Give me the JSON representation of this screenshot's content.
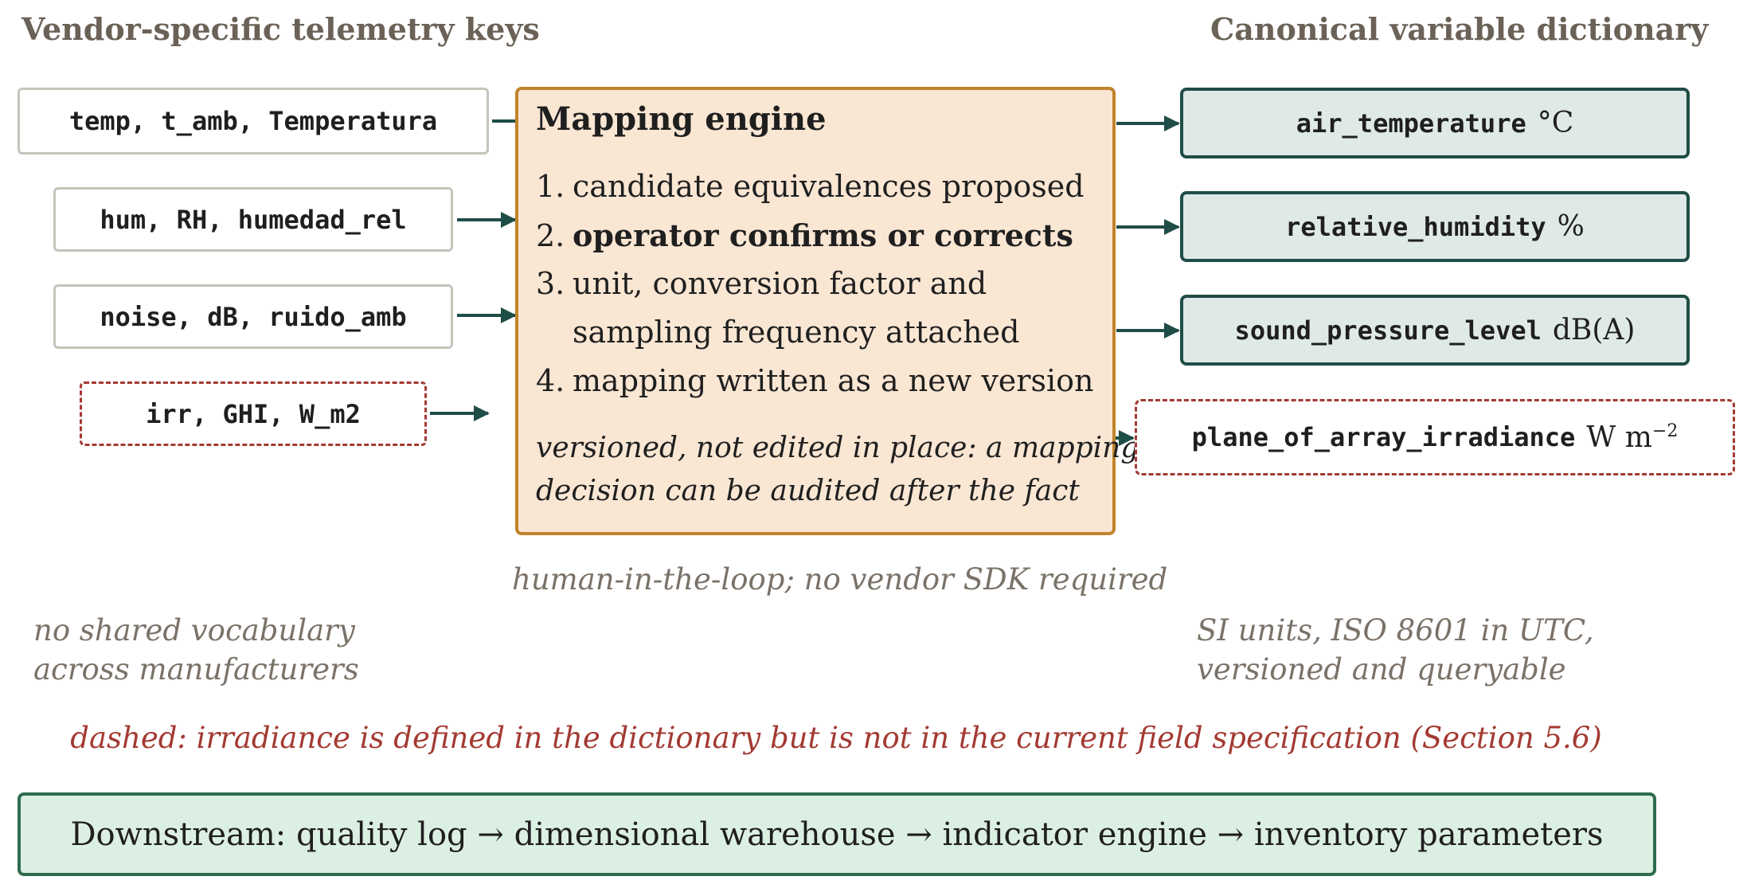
{
  "left_heading": "Vendor-specific telemetry keys",
  "right_heading": "Canonical variable dictionary",
  "sources": [
    {
      "label": "temp, t_amb, Temperatura",
      "dashed": false
    },
    {
      "label": "hum, RH, humedad_rel",
      "dashed": false
    },
    {
      "label": "noise, dB, ruido_amb",
      "dashed": false
    },
    {
      "label": "irr, GHI, W_m2",
      "dashed": true
    }
  ],
  "engine": {
    "title": "Mapping engine",
    "steps": [
      {
        "num": "1.",
        "text": "candidate equivalences proposed"
      },
      {
        "num": "2.",
        "text": "operator confirms or corrects"
      },
      {
        "num": "3.",
        "text": "unit, conversion factor and"
      },
      {
        "num": "",
        "text": "sampling frequency attached"
      },
      {
        "num": "4.",
        "text": "mapping written as a new version"
      }
    ],
    "note_line1": "versioned, not edited in place: a mapping",
    "note_line2": "decision can be audited after the fact",
    "caption": "human-in-the-loop; no vendor SDK required"
  },
  "targets": [
    {
      "name": "air_temperature",
      "unit": "°C",
      "dashed": false
    },
    {
      "name": "relative_humidity",
      "unit": "%",
      "dashed": false
    },
    {
      "name": "sound_pressure_level",
      "unit": "dB(A)",
      "dashed": false
    },
    {
      "name": "plane_of_array_irradiance",
      "unit": "W m",
      "unit_sup": "−2",
      "dashed": true
    }
  ],
  "left_note_line1": "no shared vocabulary",
  "left_note_line2": "across manufacturers",
  "right_note_line1": "SI units, ISO 8601 in UTC,",
  "right_note_line2": "versioned and queryable",
  "dashed_note": "dashed: irradiance is defined in the dictionary but is not in the current field specification (Section 5.6)",
  "downstream": "Downstream: quality log → dimensional warehouse → indicator engine → inventory parameters",
  "colors": {
    "arrow": "#1f4d47",
    "dashed": "#a33a32",
    "engine_fill": "#f9e6d3",
    "target_fill": "#dfe9e7"
  }
}
